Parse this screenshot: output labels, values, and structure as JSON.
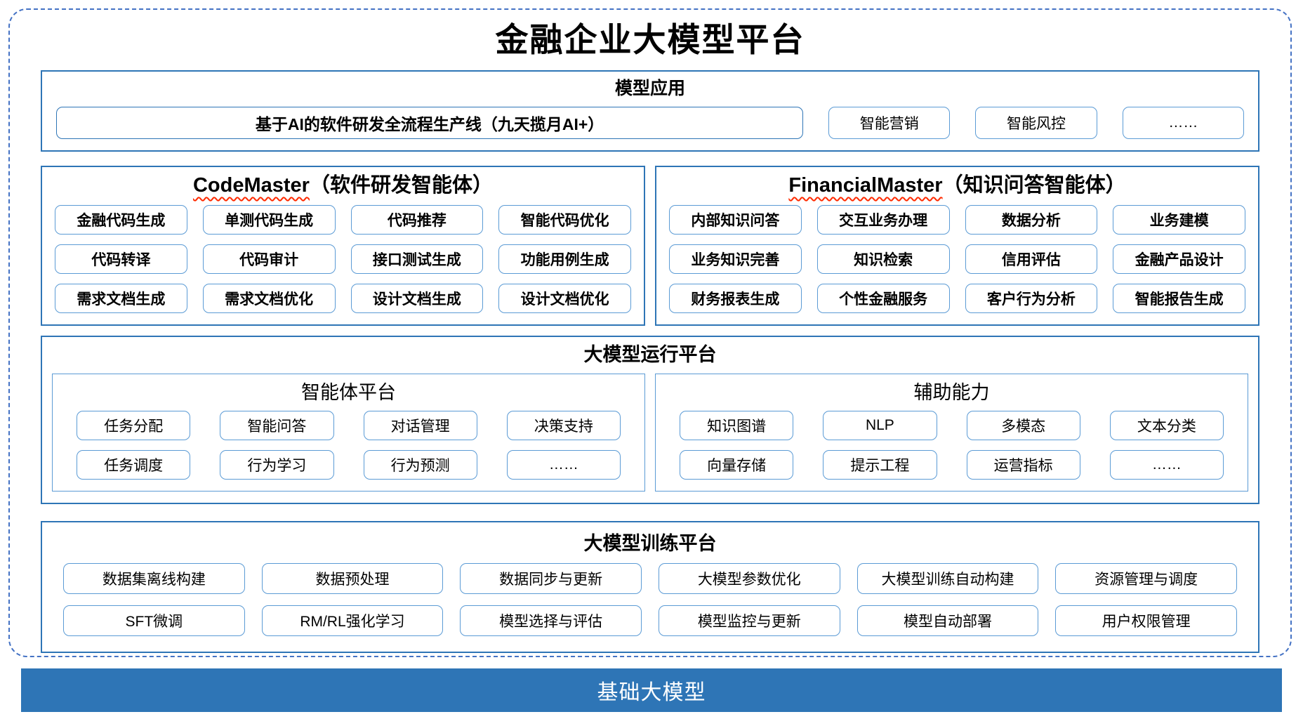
{
  "title": "金融企业大模型平台",
  "colors": {
    "section_border": "#2E75B6",
    "pill_border": "#5B9BD5",
    "outer_dashed_border": "#4472C4",
    "foundation_bg": "#2E75B6",
    "spellcheck_wavy": "#FF2A00"
  },
  "model_application": {
    "heading": "模型应用",
    "main_item": "基于AI的软件研发全流程生产线（九天揽月AI+）",
    "items": [
      "智能营销",
      "智能风控",
      "……"
    ]
  },
  "agents": [
    {
      "name_latin": "CodeMaster",
      "name_suffix": "（软件研发智能体）",
      "items": [
        "金融代码生成",
        "单测代码生成",
        "代码推荐",
        "智能代码优化",
        "代码转译",
        "代码审计",
        "接口测试生成",
        "功能用例生成",
        "需求文档生成",
        "需求文档优化",
        "设计文档生成",
        "设计文档优化"
      ]
    },
    {
      "name_latin": "FinancialMaster",
      "name_suffix": "（知识问答智能体）",
      "items": [
        "内部知识问答",
        "交互业务办理",
        "数据分析",
        "业务建模",
        "业务知识完善",
        "知识检索",
        "信用评估",
        "金融产品设计",
        "财务报表生成",
        "个性金融服务",
        "客户行为分析",
        "智能报告生成"
      ]
    }
  ],
  "runtime_platform": {
    "heading": "大模型运行平台",
    "groups": [
      {
        "heading": "智能体平台",
        "items": [
          "任务分配",
          "智能问答",
          "对话管理",
          "决策支持",
          "任务调度",
          "行为学习",
          "行为预测",
          "……"
        ]
      },
      {
        "heading": "辅助能力",
        "items": [
          "知识图谱",
          "NLP",
          "多模态",
          "文本分类",
          "向量存储",
          "提示工程",
          "运营指标",
          "……"
        ]
      }
    ]
  },
  "training_platform": {
    "heading": "大模型训练平台",
    "items": [
      "数据集离线构建",
      "数据预处理",
      "数据同步与更新",
      "大模型参数优化",
      "大模型训练自动构建",
      "资源管理与调度",
      "SFT微调",
      "RM/RL强化学习",
      "模型选择与评估",
      "模型监控与更新",
      "模型自动部署",
      "用户权限管理"
    ]
  },
  "foundation": {
    "label": "基础大模型"
  }
}
